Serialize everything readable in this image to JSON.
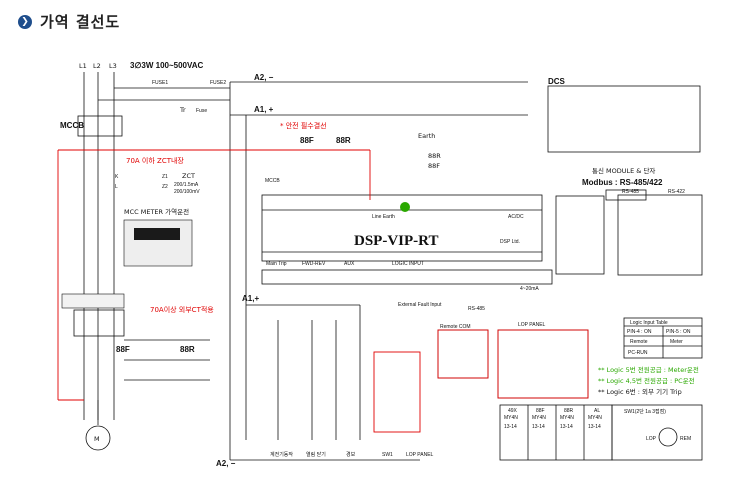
{
  "header": {
    "title": "가역 결선도",
    "icon": "bullet-icon"
  },
  "supply": {
    "l1": "L1",
    "l2": "L2",
    "l3": "L3",
    "spec": "3∅3W 100~500VAC"
  },
  "labels": {
    "mccb": "MCCB",
    "mccb2": "MCCB",
    "fuse1": "FUSE1",
    "fuse2": "FUSE2",
    "tr": "Tr",
    "fuse": "Fuse",
    "a2_top": "A2, −",
    "a1_top": "A1, +",
    "safety_note": "* 안전 필수결선",
    "f88": "88F",
    "r88": "88R",
    "earth": "Earth",
    "r88b": "88R",
    "f88b": "88F",
    "zct_note": "70A 이하 ZCT내장",
    "zct": "ZCT",
    "zct_spec1": "200/1.5mA",
    "zct_spec2": "200/100mV",
    "k": "K",
    "l": "L",
    "z1": "Z1",
    "z2": "Z2",
    "mcc_meter": "MCC METER 가역운전",
    "ct_note": "70A이상 외부CT적용",
    "dsp_model": "DSP-VIP-RT",
    "dsp_ltd": "DSP Ltd.",
    "ac_dc": "AC/DC",
    "line_earth": "Line Earth",
    "logic_input": "LOGIC INPUT",
    "main_trip": "Main Trip",
    "fwd_rev": "FWD-REV",
    "aux": "AUX",
    "a1_mid": "A1,+",
    "a2_bot": "A2, −",
    "m88f": "88F",
    "m88r": "88R",
    "m": "M",
    "external_fault": "External Fault Input",
    "rs485": "RS-485",
    "remote_com": "Remote COM",
    "lop_panel": "LOP PANEL",
    "lop_panel_b": "LOP PANEL",
    "dcs": "DCS",
    "comm_title": "통신 MODULE & 단자",
    "modbus": "Modbus : RS-485/422",
    "rs485_col": "RS-485",
    "rs422_col": "RS-422",
    "output_4_20": "4~20mA",
    "bottom_trip": "계전기동작",
    "bottom_open": "열림 닫기",
    "bottom_alarm": "경보",
    "bottom_sw": "SW1",
    "bottom_lop": "LOP PANEL",
    "notes": [
      "** Logic 5번 전원공급 : Meter운전",
      "** Logic 4,5번 전원공급 : PC운전",
      "** Logic 6번 : 외부 기기 Trip"
    ],
    "logic_table_title": "Logic Input Table",
    "logic_table": [
      [
        "PIN-4 : ON",
        "PIN-5 : ON"
      ],
      [
        "Remote",
        "Meter"
      ],
      [
        "PC-RUN",
        ""
      ]
    ],
    "relays": [
      {
        "name": "49X",
        "sub": "MY4N",
        "pins": "13-14"
      },
      {
        "name": "88F",
        "sub": "MY4N",
        "pins": "13-14"
      },
      {
        "name": "88R",
        "sub": "MY4N",
        "pins": "13-14"
      },
      {
        "name": "AL",
        "sub": "MY4N",
        "pins": "13-14"
      }
    ],
    "switch_note": "SW1(2단 1a 3접점)",
    "lop": "LOP",
    "rem": "REM"
  },
  "colors": {
    "red": "#e00000",
    "green": "#2aa800",
    "blue": "#1f4e8c",
    "wire": "#111111"
  }
}
